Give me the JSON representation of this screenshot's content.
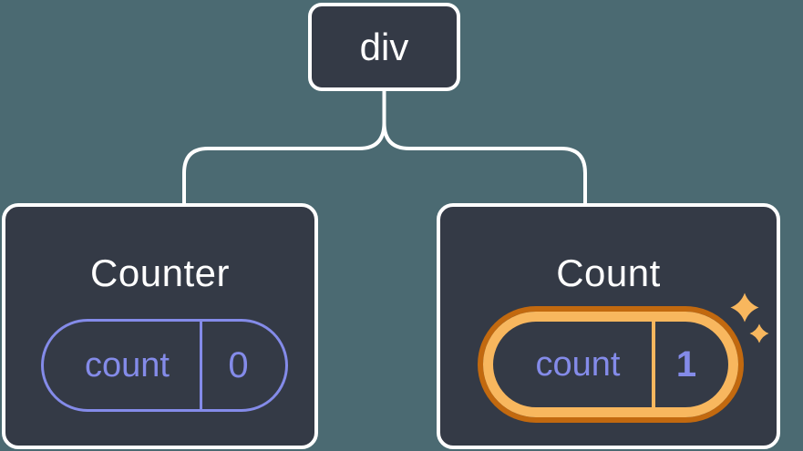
{
  "colors": {
    "background": "#4B6A72",
    "node-fill": "#343A46",
    "node-border": "#FFFFFF",
    "connector": "#FFFFFF",
    "purple": "#848BE9",
    "orange-dark": "#C2690F",
    "orange-light": "#F8B75E",
    "title-text": "#FFFFFF"
  },
  "tree": {
    "root": {
      "label": "div"
    },
    "children": [
      {
        "title": "Counter",
        "highlighted": false,
        "state": {
          "name": "count",
          "value": "0"
        }
      },
      {
        "title": "Count",
        "highlighted": true,
        "state": {
          "name": "count",
          "value": "1"
        }
      }
    ]
  },
  "icons": {
    "sparkle_large": "sparkle-icon",
    "sparkle_small": "sparkle-icon"
  }
}
